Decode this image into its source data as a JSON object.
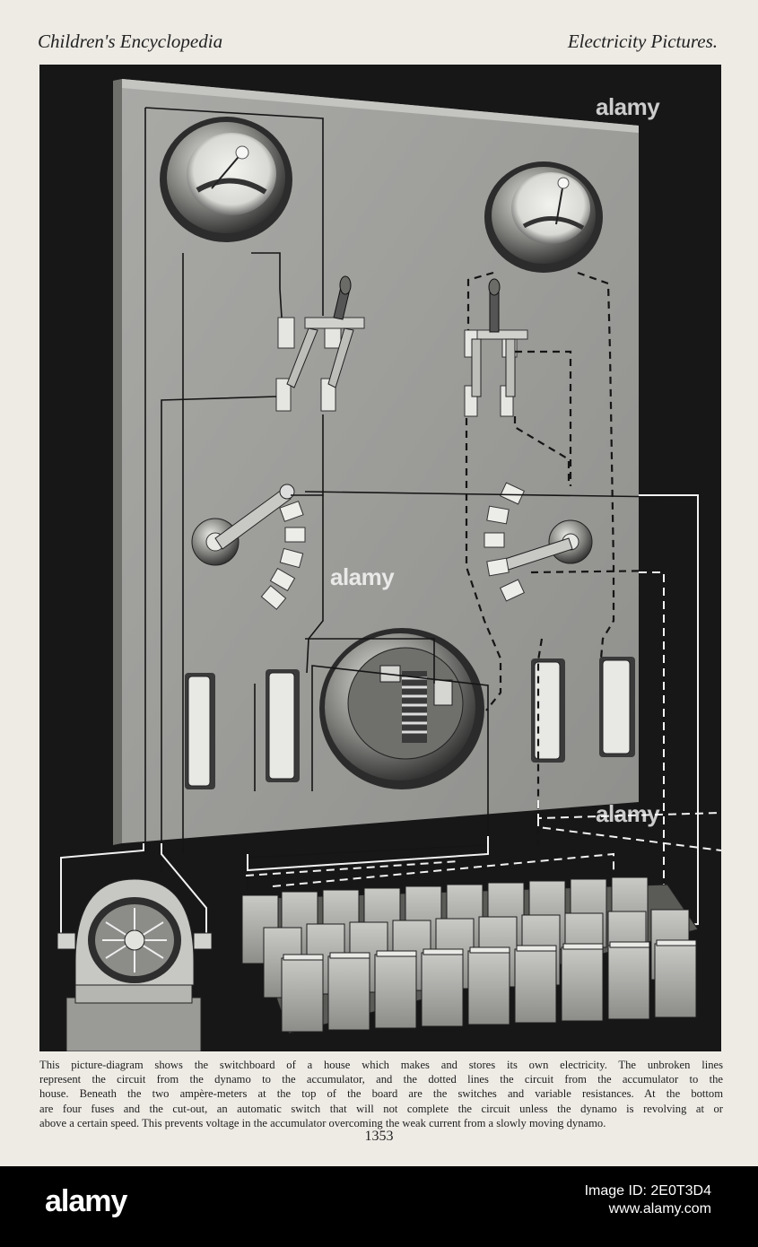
{
  "header": {
    "left": "Children's Encyclopedia",
    "right": "Electricity Pictures."
  },
  "caption": {
    "lines": [
      "This picture-diagram shows the switchboard of a house which makes and stores its own electricity.  The unbroken lines",
      "represent the circuit from the dynamo to the accumulator, and the dotted lines the circuit from the accumulator to the",
      "house.  Beneath the two ampère-meters at the top of the board are the switches and variable resistances.  At the bottom",
      "are four fuses and the cut-out, an automatic switch that will not complete the circuit unless the dynamo is revolving at or",
      "above a certain speed.  This prevents voltage in the accumulator overcoming the weak current from a slowly moving dynamo."
    ]
  },
  "page_number": "1353",
  "watermarks": {
    "top": "alamy",
    "middle": "alamy",
    "right": "alamy"
  },
  "footer": {
    "logo": "alamy",
    "image_id": "Image ID: 2E0T3D4",
    "site": "www.alamy.com"
  }
}
